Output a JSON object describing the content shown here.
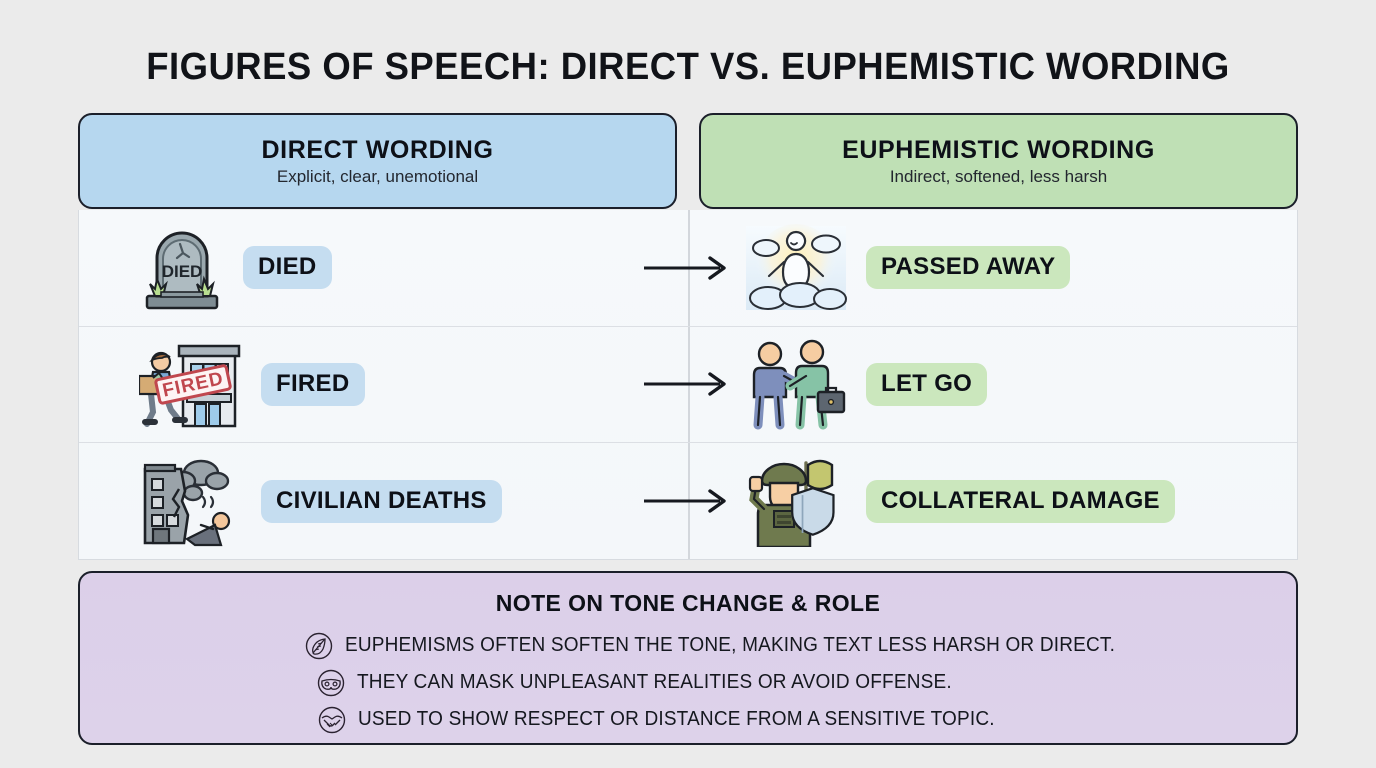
{
  "title": "FIGURES OF SPEECH: DIRECT VS. EUPHEMISTIC WORDING",
  "columns": {
    "direct": {
      "heading": "DIRECT WORDING",
      "subtitle": "Explicit, clear, unemotional",
      "color": "#b6d7ef"
    },
    "euphemistic": {
      "heading": "EUPHEMISTIC WORDING",
      "subtitle": "Indirect, softened, less harsh",
      "color": "#bfe0b5"
    }
  },
  "rows": [
    {
      "direct_label": "DIED",
      "direct_icon": "tombstone-icon",
      "tombstone_text": "DIED",
      "euphemistic_label": "PASSED AWAY",
      "euphemistic_icon": "ascending-spirit-icon",
      "arrow_icon": "right-arrow-icon"
    },
    {
      "direct_label": "FIRED",
      "direct_icon": "worker-leaving-office-icon",
      "stamp_text": "FIRED",
      "euphemistic_label": "LET GO",
      "euphemistic_icon": "handshake-briefcase-icon",
      "arrow_icon": "right-arrow-icon"
    },
    {
      "direct_label": "CIVILIAN DEATHS",
      "direct_icon": "bombed-building-icon",
      "euphemistic_label": "COLLATERAL DAMAGE",
      "euphemistic_icon": "soldier-shield-flag-icon",
      "arrow_icon": "right-arrow-icon"
    }
  ],
  "note": {
    "title": "NOTE ON TONE CHANGE & ROLE",
    "background": "#dccfe9",
    "items": [
      {
        "icon": "feather-quill-icon",
        "text": "EUPHEMISMS OFTEN SOFTEN THE TONE, MAKING TEXT LESS HARSH OR DIRECT."
      },
      {
        "icon": "mask-icon",
        "text": "THEY CAN MASK UNPLEASANT REALITIES OR AVOID OFFENSE."
      },
      {
        "icon": "handshake-icon",
        "text": "USED TO SHOW RESPECT OR DISTANCE FROM A SENSITIVE TOPIC."
      }
    ]
  },
  "theme": {
    "page_background": "#ebebeb",
    "pill_blue": "#c5ddf0",
    "pill_green": "#cbe7bd",
    "border_dark": "#1b1f2a"
  }
}
